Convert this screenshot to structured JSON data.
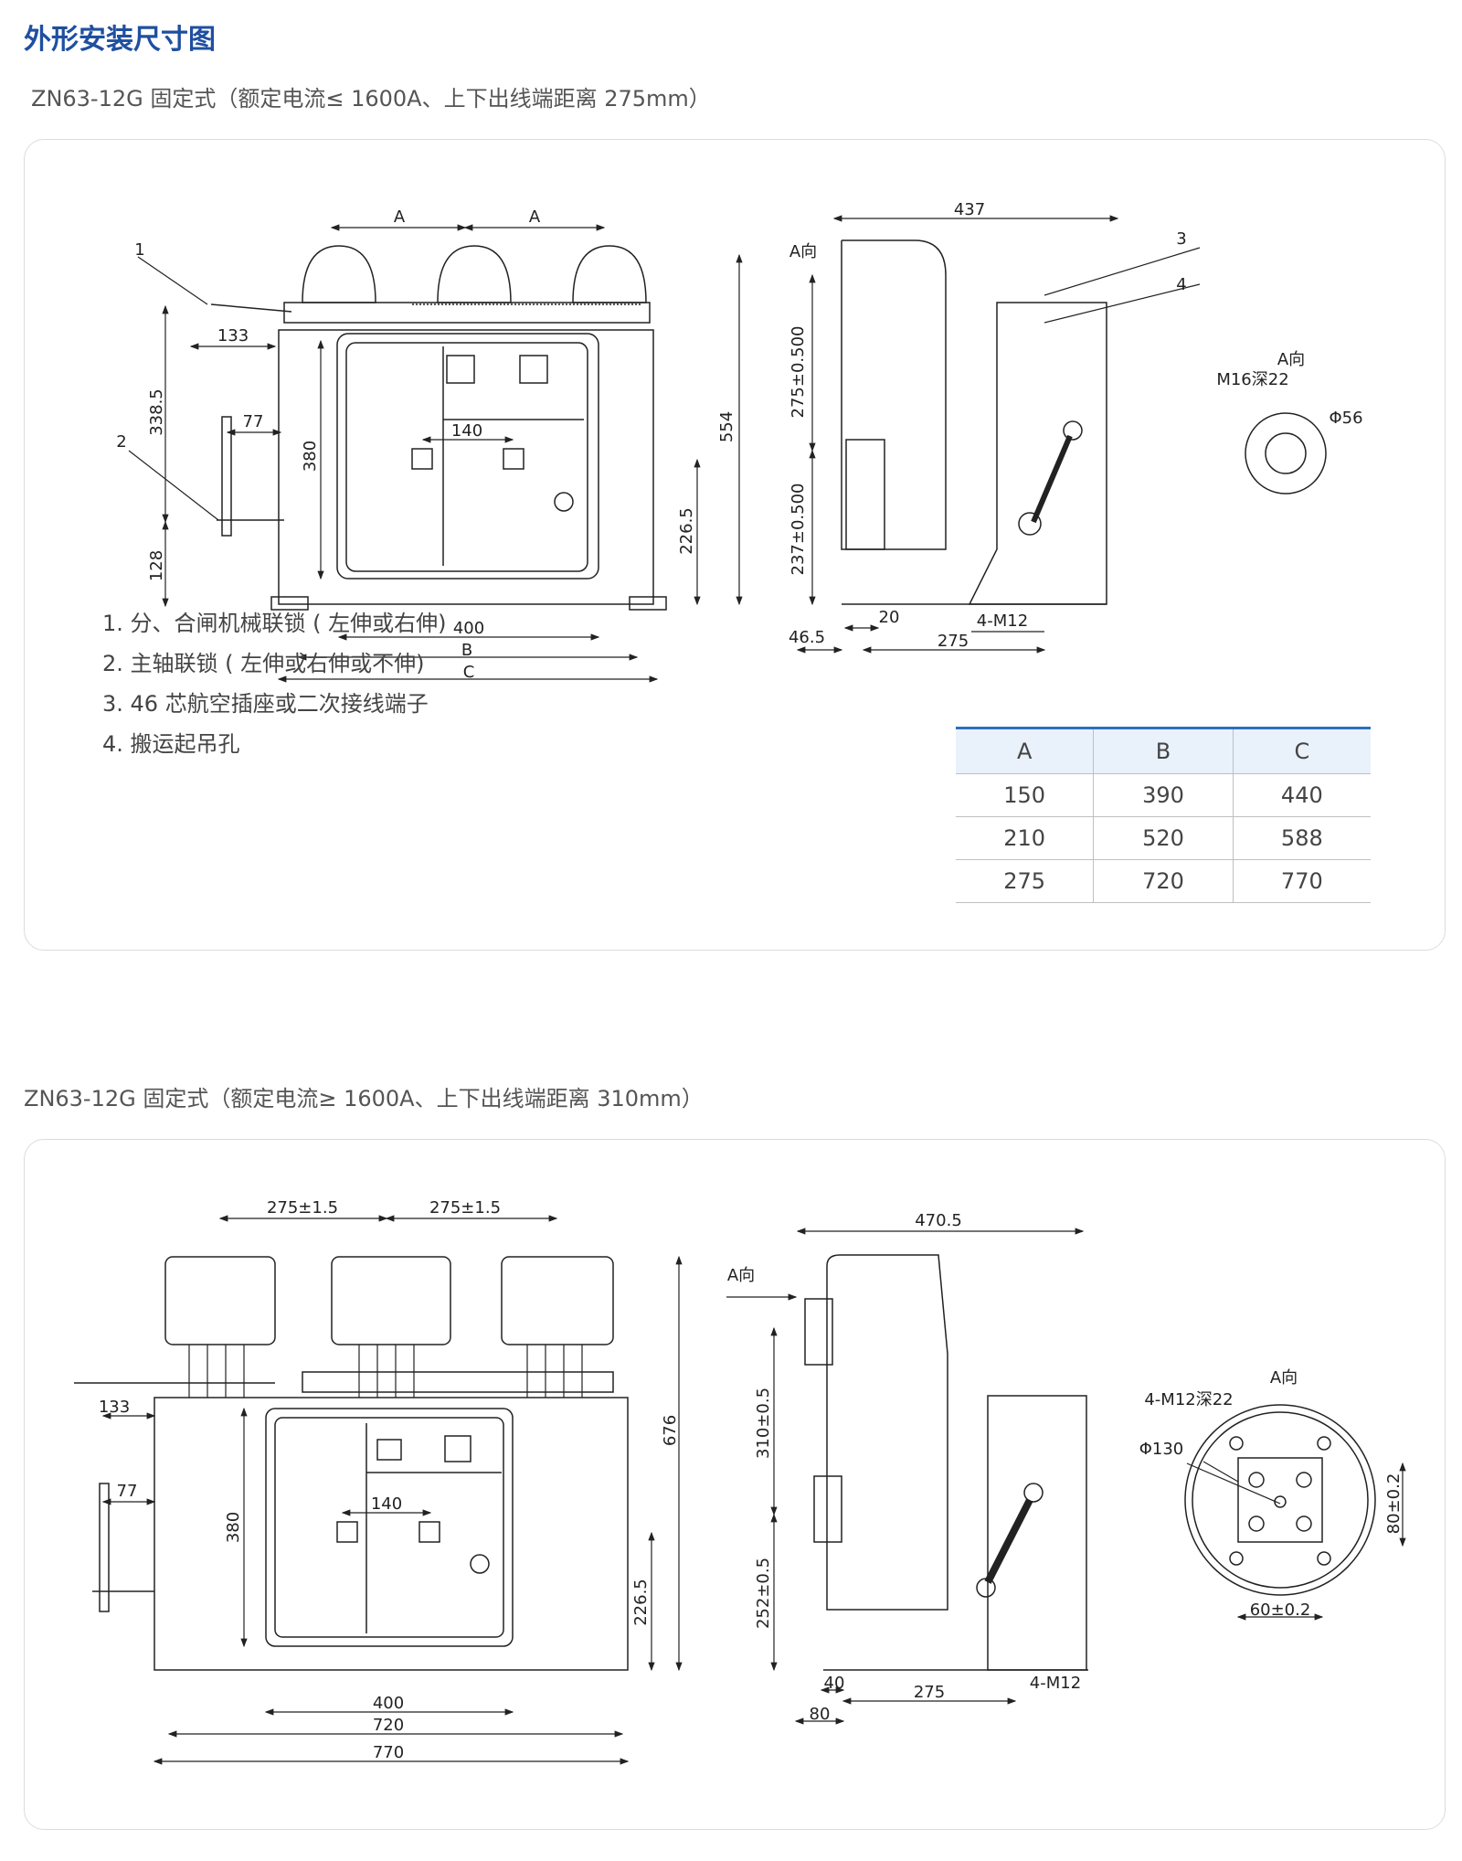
{
  "page": {
    "title": "外形安装尺寸图"
  },
  "section1": {
    "title": "ZN63-12G 固定式（额定电流≤ 1600A、上下出线端距离 275mm）",
    "dims": {
      "A": "A",
      "B": "B",
      "C": "C",
      "d133": "133",
      "d338": "338.5",
      "d77": "77",
      "d128": "128",
      "d380": "380",
      "d140": "140",
      "d400": "400",
      "d226": "226.5",
      "d554": "554",
      "d437": "437",
      "d275h": "275±0.500",
      "d237": "237±0.500",
      "d46": "46.5",
      "d20": "20",
      "d275": "275",
      "m12": "4-M12",
      "a_dir": "A向",
      "a_dir2": "A向",
      "m16": "M16深22",
      "phi56": "Φ56",
      "c1": "1",
      "c2": "2",
      "c3": "3",
      "c4": "4"
    },
    "legend": [
      "1. 分、合闸机械联锁 ( 左伸或右伸)",
      "2. 主轴联锁 ( 左伸或右伸或不伸)",
      "3. 46 芯航空插座或二次接线端子",
      "4. 搬运起吊孔"
    ],
    "table": {
      "headers": [
        "A",
        "B",
        "C"
      ],
      "rows": [
        [
          "150",
          "390",
          "440"
        ],
        [
          "210",
          "520",
          "588"
        ],
        [
          "275",
          "720",
          "770"
        ]
      ]
    }
  },
  "section2": {
    "title": "ZN63-12G 固定式（额定电流≥ 1600A、上下出线端距离 310mm）",
    "dims": {
      "p275a": "275±1.5",
      "p275b": "275±1.5",
      "d133": "133",
      "d77": "77",
      "d380": "380",
      "d140": "140",
      "d226": "226.5",
      "d676": "676",
      "d400": "400",
      "d720": "720",
      "d770": "770",
      "d470": "470.5",
      "a_dir": "A向",
      "d310": "310±0.5",
      "d252": "252±0.5",
      "d40": "40",
      "d80": "80",
      "d275": "275",
      "m12": "4-M12",
      "a_dir2": "A向",
      "m12d": "4-M12深22",
      "phi130": "Φ130",
      "d80h": "80±0.2",
      "d60": "60±0.2"
    }
  }
}
